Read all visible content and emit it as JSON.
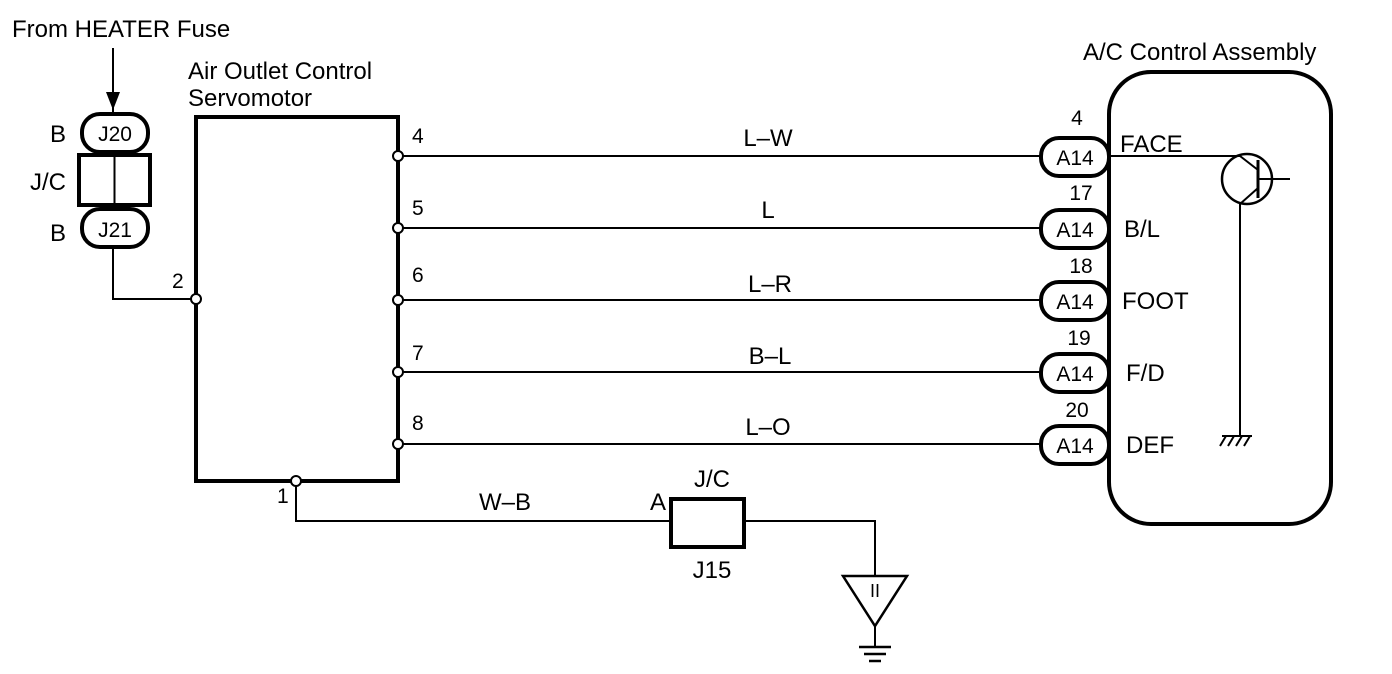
{
  "source": {
    "label": "From HEATER Fuse"
  },
  "jc_top": {
    "connector_upper": "J20",
    "connector_lower": "J21",
    "color_upper": "B",
    "color_lower": "B",
    "label": "J/C"
  },
  "servomotor": {
    "title_line1": "Air Outlet Control",
    "title_line2": "Servomotor",
    "pin_supply": "2",
    "pin_ground": "1"
  },
  "ac_assembly": {
    "title": "A/C Control Assembly"
  },
  "signal_lines": [
    {
      "servo_pin": "4",
      "wire_color": "L–W",
      "connector": "A14",
      "ac_pin": "4",
      "ac_label": "FACE"
    },
    {
      "servo_pin": "5",
      "wire_color": "L",
      "connector": "A14",
      "ac_pin": "17",
      "ac_label": "B/L"
    },
    {
      "servo_pin": "6",
      "wire_color": "L–R",
      "connector": "A14",
      "ac_pin": "18",
      "ac_label": "FOOT"
    },
    {
      "servo_pin": "7",
      "wire_color": "B–L",
      "connector": "A14",
      "ac_pin": "19",
      "ac_label": "F/D"
    },
    {
      "servo_pin": "8",
      "wire_color": "L–O",
      "connector": "A14",
      "ac_pin": "20",
      "ac_label": "DEF"
    }
  ],
  "ground": {
    "wire_color": "W–B",
    "jc_label": "J/C",
    "jc_connector": "J15",
    "jc_pin": "A",
    "ground_point_label": "II"
  }
}
